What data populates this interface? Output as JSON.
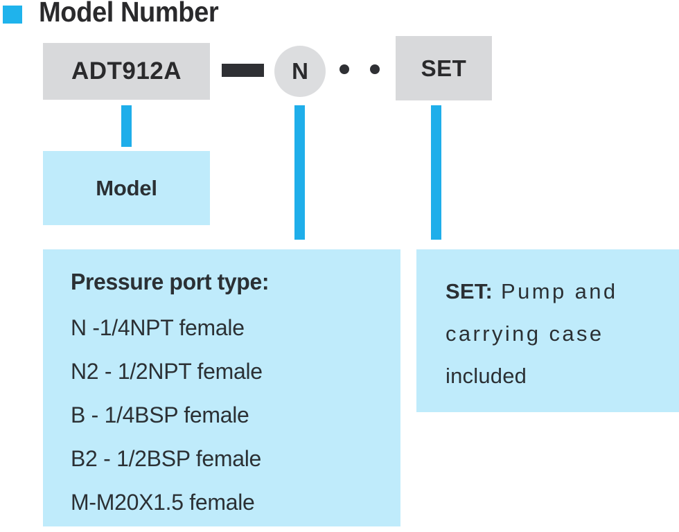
{
  "header": {
    "marker_color": "#1FB3EC",
    "title": "Model Number"
  },
  "colors": {
    "accent_cyan": "#1FAEEA",
    "marker_cyan": "#1FB3EC",
    "chip_gray": "#d8d9db",
    "panel_light_blue": "#BFEBFB",
    "text_dark": "#2a2a2c"
  },
  "code_row": {
    "model_code": "ADT912A",
    "separator_dash": "—",
    "port_code": "N",
    "separator_dots": "• •",
    "set_code": "SET"
  },
  "panels": {
    "model": {
      "label": "Model"
    },
    "pressure_port": {
      "heading": "Pressure port type:",
      "options": [
        "N -1/4NPT female",
        "N2 - 1/2NPT female",
        "B - 1/4BSP female",
        "B2 - 1/2BSP female",
        "M-M20X1.5 female"
      ]
    },
    "set": {
      "prefix": "SET:",
      "line1_rest": " Pump  and",
      "line2": "carrying case",
      "line3": "included"
    }
  }
}
